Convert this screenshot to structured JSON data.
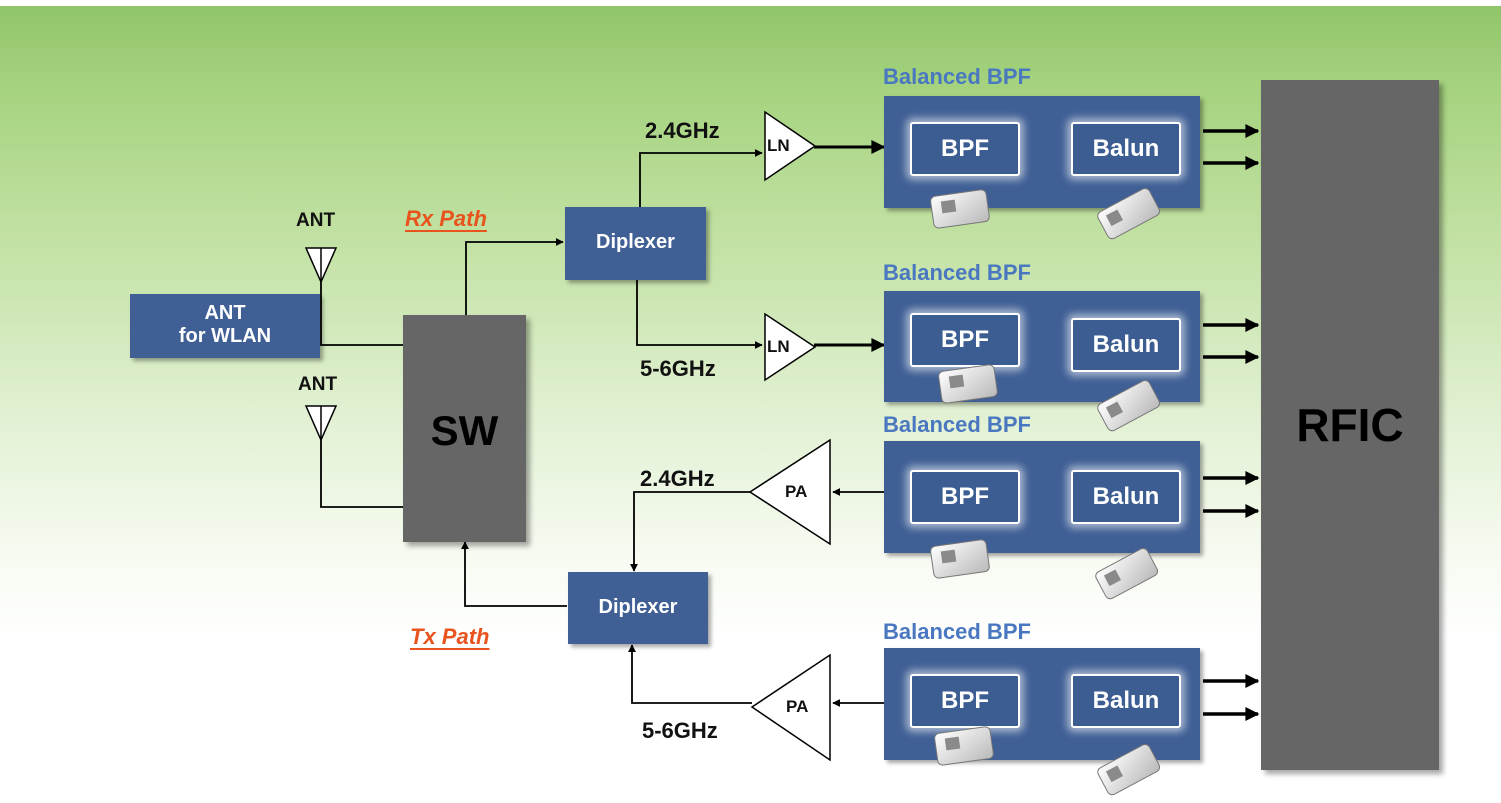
{
  "antenna_module": {
    "line1": "ANT",
    "line2": "for WLAN"
  },
  "antennas": [
    "ANT",
    "ANT"
  ],
  "switch": "SW",
  "rfic": "RFIC",
  "rx_path": "Rx Path",
  "tx_path": "Tx Path",
  "diplexer": "Diplexer",
  "freq": {
    "band_24": "2.4GHz",
    "band_56": "5-6GHz"
  },
  "lna": "LN",
  "pa": "PA",
  "filters": {
    "title": "Balanced BPF",
    "bpf": "BPF",
    "balun": "Balun"
  },
  "colors": {
    "block_blue": "#3f5f95",
    "block_gray": "#666666",
    "title_blue": "#4a78c0",
    "path_orange": "#e8531e",
    "background_green": "#8fc46a"
  }
}
